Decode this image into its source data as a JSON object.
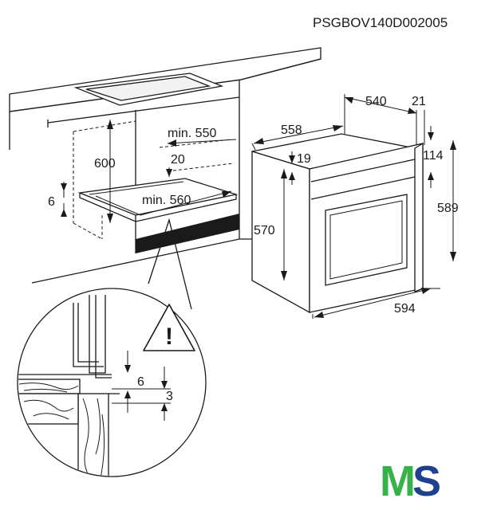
{
  "document_code": "PSGBOV140D002005",
  "dimensions": {
    "cabinet_height": "600",
    "cabinet_depth_min": "min. 550",
    "gap_top": "20",
    "cabinet_width_min": "min. 560",
    "side_offset": "6",
    "oven_depth_body": "558",
    "oven_depth_total": "540",
    "front_thickness": "21",
    "top_gap": "19",
    "front_inset": "114",
    "oven_body_height": "570",
    "oven_front_height": "589",
    "oven_front_width": "594",
    "detail_gap": "6",
    "detail_step": "3"
  },
  "warning_symbol": "!",
  "logo": {
    "text": "MS",
    "colors": {
      "m": "#37b24a",
      "s": "#1f3f8f"
    }
  }
}
